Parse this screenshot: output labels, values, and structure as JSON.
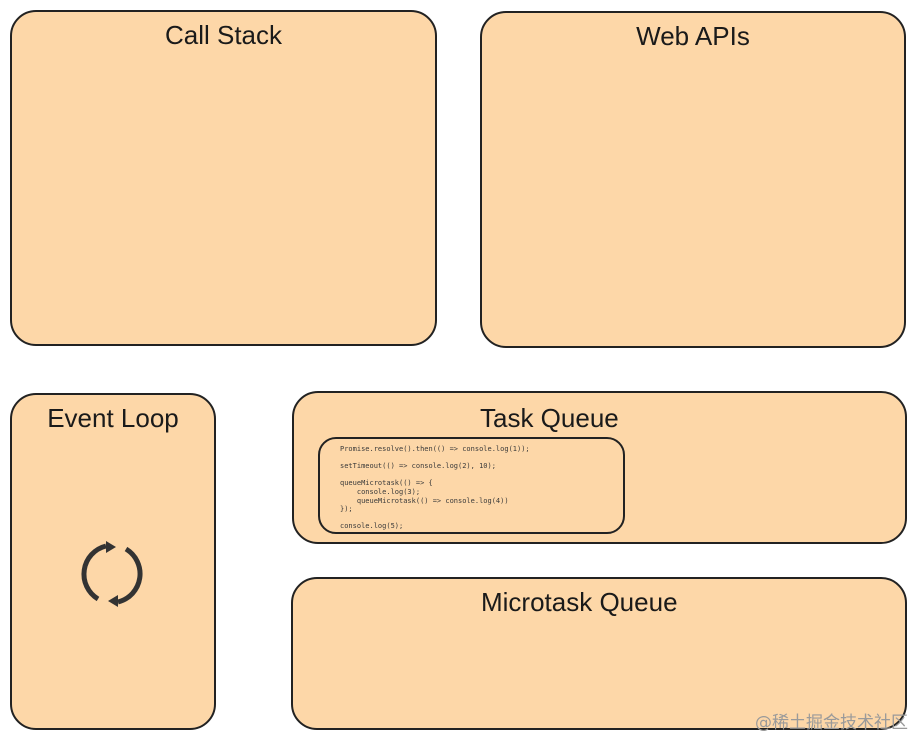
{
  "panels": {
    "call_stack": {
      "title": "Call Stack"
    },
    "web_apis": {
      "title": "Web APIs"
    },
    "event_loop": {
      "title": "Event Loop"
    },
    "task_queue": {
      "title": "Task Queue"
    },
    "microtask_queue": {
      "title": "Microtask Queue"
    }
  },
  "code": {
    "snippet": "Promise.resolve().then(() => console.log(1));\n\nsetTimeout(() => console.log(2), 10);\n\nqueueMicrotask(() => {\n    console.log(3);\n    queueMicrotask(() => console.log(4))\n});\n\nconsole.log(5);"
  },
  "icons": {
    "event_loop_icon": "refresh-icon"
  },
  "colors": {
    "panel_fill": "#fdd7a8",
    "panel_border": "#222222",
    "icon": "#333333"
  },
  "watermark": {
    "text": "@稀土掘金技术社区"
  }
}
